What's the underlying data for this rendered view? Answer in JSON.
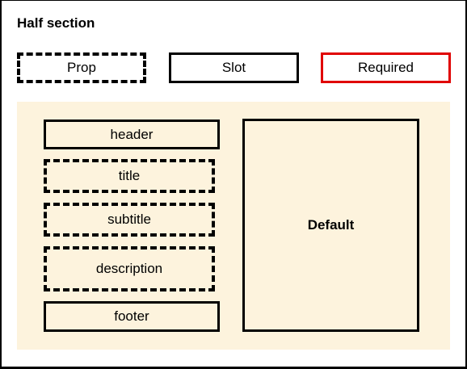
{
  "title": "Half section",
  "legend": {
    "prop": "Prop",
    "slot": "Slot",
    "required": "Required"
  },
  "layout": {
    "header": "header",
    "title": "title",
    "subtitle": "subtitle",
    "description": "description",
    "footer": "footer",
    "default": "Default"
  },
  "colors": {
    "panel_background": "#fdf3dd",
    "required_border": "#e00000",
    "border": "#000000"
  }
}
